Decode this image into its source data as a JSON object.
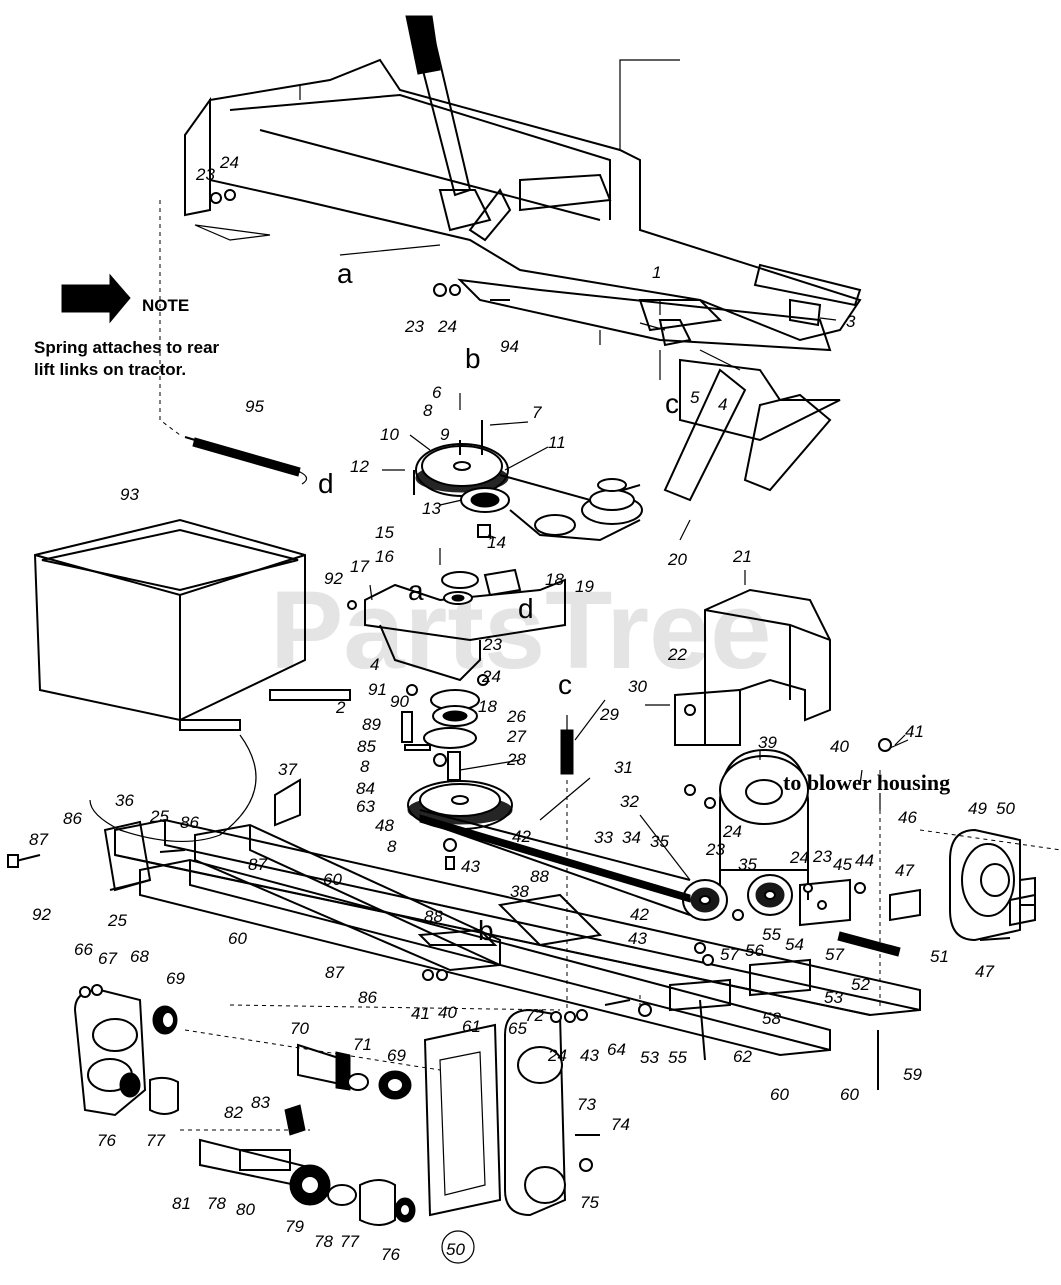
{
  "watermark": "PartsTree",
  "note": {
    "heading": "NOTE",
    "line1": "Spring attaches to rear",
    "line2": "lift links on tractor."
  },
  "callout_blower": "to blower housing",
  "page_ref": "50",
  "letters": [
    "a",
    "b",
    "c",
    "d",
    "a",
    "d",
    "c",
    "b"
  ],
  "part_labels": [
    "23",
    "24",
    "1",
    "3",
    "23",
    "24",
    "94",
    "5",
    "4",
    "6",
    "8",
    "7",
    "9",
    "10",
    "11",
    "12",
    "13",
    "14",
    "95",
    "93",
    "15",
    "16",
    "17",
    "92",
    "18",
    "19",
    "20",
    "21",
    "22",
    "23",
    "24",
    "4",
    "91",
    "90",
    "2",
    "89",
    "18",
    "26",
    "85",
    "27",
    "8",
    "84",
    "63",
    "28",
    "29",
    "30",
    "31",
    "32",
    "39",
    "40",
    "41",
    "37",
    "36",
    "25",
    "86",
    "86",
    "87",
    "87",
    "92",
    "25",
    "48",
    "8",
    "43",
    "42",
    "33",
    "34",
    "35",
    "24",
    "23",
    "35",
    "24",
    "23",
    "45",
    "44",
    "46",
    "49",
    "50",
    "60",
    "60",
    "38",
    "88",
    "42",
    "43",
    "57",
    "56",
    "55",
    "54",
    "57",
    "47",
    "51",
    "47",
    "52",
    "53",
    "88",
    "87",
    "86",
    "41",
    "40",
    "66",
    "67",
    "68",
    "69",
    "65",
    "24",
    "43",
    "64",
    "53",
    "55",
    "58",
    "62",
    "60",
    "60",
    "59",
    "70",
    "71",
    "69",
    "61",
    "72",
    "73",
    "74",
    "76",
    "77",
    "82",
    "83",
    "81",
    "78",
    "80",
    "79",
    "78",
    "77",
    "76",
    "75"
  ]
}
